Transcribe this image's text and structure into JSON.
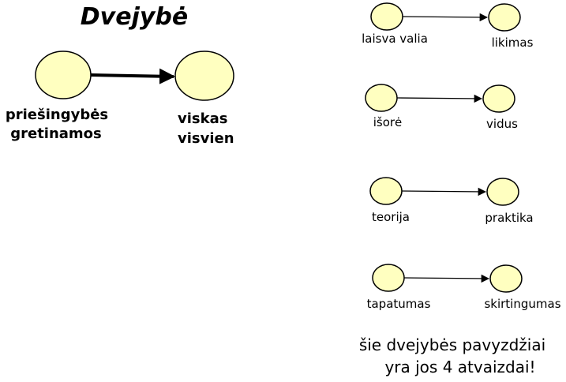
{
  "title": "Dvejybė",
  "main": {
    "source_label_lines": [
      "priešingybės",
      "gretinamos"
    ],
    "target_label_lines": [
      "viskas",
      "visvien"
    ]
  },
  "pairs": [
    {
      "source": "laisva valia",
      "target": "likimas"
    },
    {
      "source": "išorė",
      "target": "vidus"
    },
    {
      "source": "teorija",
      "target": "praktika"
    },
    {
      "source": "tapatumas",
      "target": "skirtingumas"
    }
  ],
  "caption_lines": [
    "šie dvejybės pavyzdžiai",
    "yra jos 4 atvaizdai!"
  ],
  "colors": {
    "node_fill": "#ffffc0",
    "stroke": "#000000"
  }
}
